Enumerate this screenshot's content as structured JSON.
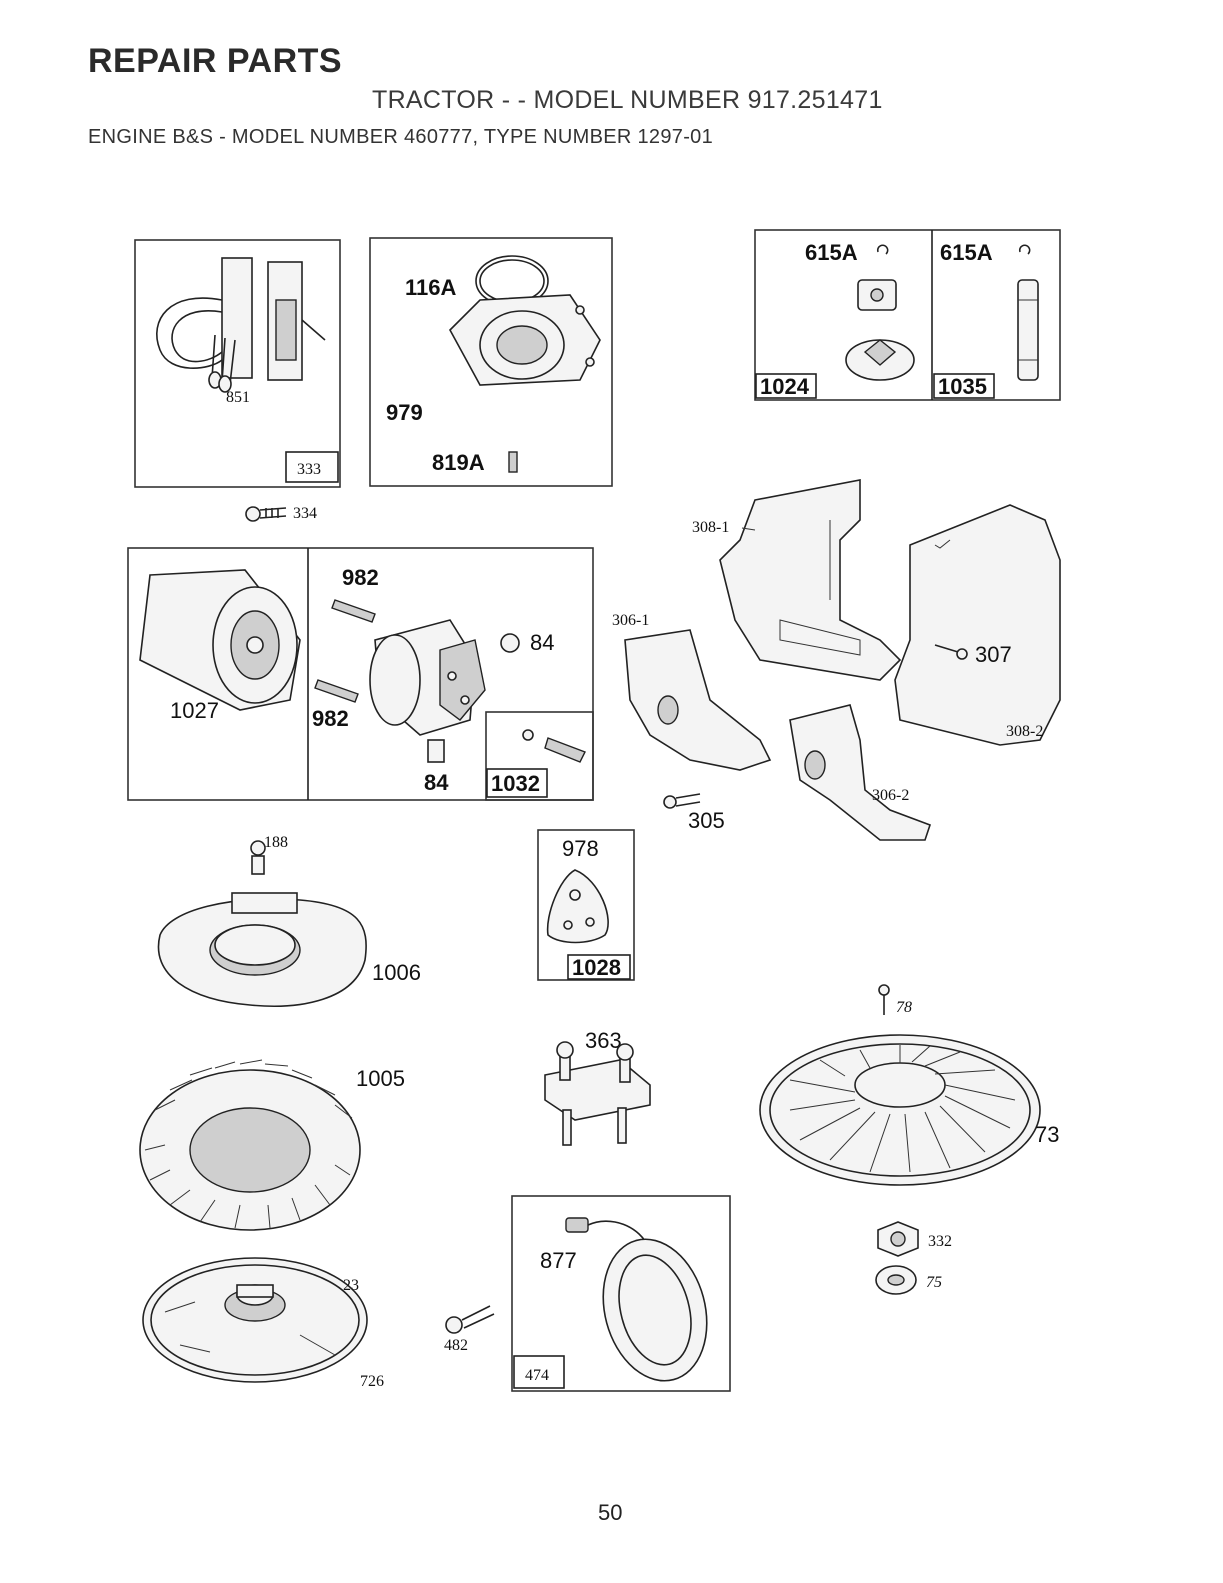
{
  "header": {
    "title": "REPAIR PARTS",
    "tractor": "TRACTOR - - MODEL NUMBER 917.251471",
    "engine": "ENGINE B&S - MODEL NUMBER 460777, TYPE NUMBER 1297-01"
  },
  "parts": {
    "p851": "851",
    "p333": "333",
    "p334": "334",
    "p116A": "116A",
    "p979": "979",
    "p819A": "819A",
    "p615A_a": "615A",
    "p615A_b": "615A",
    "p1024": "1024",
    "p1035": "1035",
    "p308_1": "308-1",
    "p308_2": "308-2",
    "p306_1": "306-1",
    "p306_2": "306-2",
    "p307": "307",
    "p305": "305",
    "p1027": "1027",
    "p982_a": "982",
    "p982_b": "982",
    "p84_a": "84",
    "p84_b": "84",
    "p1032": "1032",
    "p188": "188",
    "p1006": "1006",
    "p978": "978",
    "p1028": "1028",
    "p78": "78",
    "p1005": "1005",
    "p363": "363",
    "p73": "73",
    "p877": "877",
    "p474": "474",
    "p332": "332",
    "p75": "75",
    "p23": "23",
    "p726": "726",
    "p482": "482"
  },
  "page_number": "50"
}
